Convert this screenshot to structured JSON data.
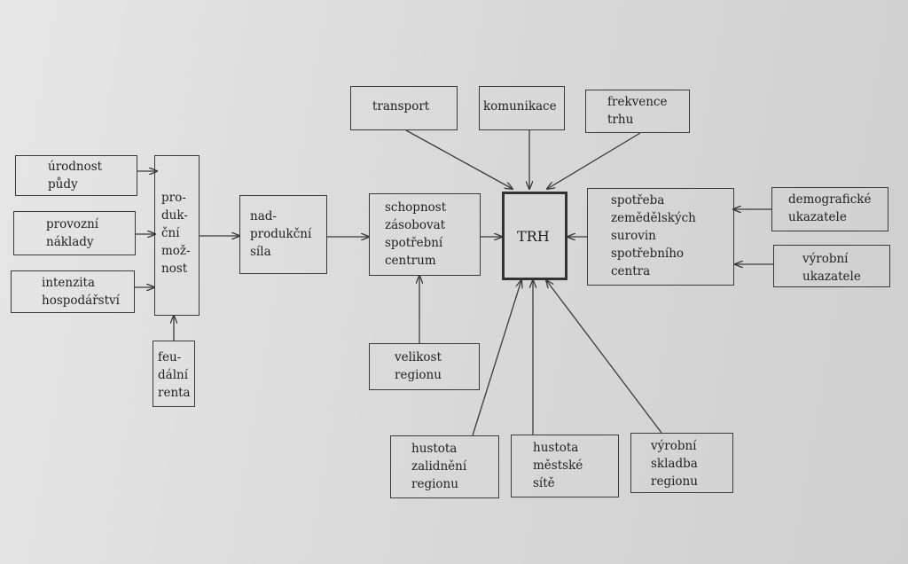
{
  "boxes": {
    "urodnost": "úrodnost\npůdy",
    "provozni": "provozní\nnáklady",
    "intenzita": "intenzita\nhospodářství",
    "produkcni": "pro-\nduk-\nční\nmož-\nnost",
    "feudalni": "feu-\ndální\nrenta",
    "nadprodukcni": "nad-\nprodukční\nsíla",
    "schopnost": "schopnost\nzásobovat\nspotřební\ncentrum",
    "velikost": "velikost\nregionu",
    "transport": "transport",
    "komunikace": "komunikace",
    "frekvence": "frekvence\ntrhu",
    "trh": "TRH",
    "spotreba": "spotřeba\nzemědělských\nsurovin\nspotřebního\ncentra",
    "demograficke": "demografické\nukazatele",
    "vyrobni_ukazatele": "výrobní\nukazatele",
    "hustota_zalidneni": "hustota\nzalidnění\nregionu",
    "hustota_mestske": "hustota\nměstské\nsítě",
    "vyrobni_skladba": "výrobní\nskladba\nregionu"
  },
  "colors": {
    "line": "#3a3a3a",
    "text": "#222222",
    "background": "#dcdcdc"
  }
}
